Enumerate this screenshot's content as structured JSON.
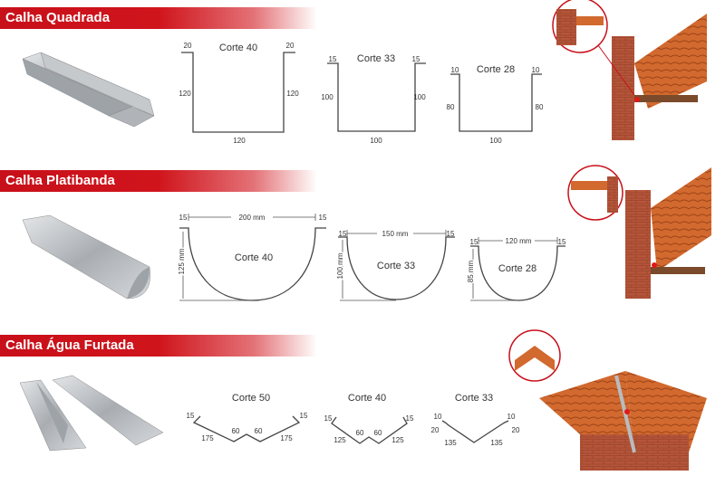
{
  "sections": [
    {
      "title": "Calha Quadrada",
      "cuts": [
        {
          "name": "Corte 40",
          "lip_left": "20",
          "lip_right": "20",
          "height_left": "120",
          "height_right": "120",
          "width": "120"
        },
        {
          "name": "Corte 33",
          "lip_left": "15",
          "lip_right": "15",
          "height_left": "100",
          "height_right": "100",
          "width": "100"
        },
        {
          "name": "Corte 28",
          "lip_left": "10",
          "lip_right": "10",
          "height_left": "80",
          "height_right": "80",
          "width": "100"
        }
      ]
    },
    {
      "title": "Calha Platibanda",
      "cuts": [
        {
          "name": "Corte 40",
          "lip_left": "15",
          "lip_right": "15",
          "width": "200 mm",
          "height": "125 mm"
        },
        {
          "name": "Corte 33",
          "lip_left": "15",
          "lip_right": "15",
          "width": "150 mm",
          "height": "100 mm"
        },
        {
          "name": "Corte 28",
          "lip_left": "15",
          "lip_right": "15",
          "width": "120 mm",
          "height": "85 mm"
        }
      ]
    },
    {
      "title": "Calha Água Furtada",
      "cuts": [
        {
          "name": "Corte 50",
          "lip_left": "15",
          "lip_right": "15",
          "side_left": "175",
          "side_right": "175",
          "center_left": "60",
          "center_right": "60"
        },
        {
          "name": "Corte 40",
          "lip_left": "15",
          "lip_right": "15",
          "side_left": "125",
          "side_right": "125",
          "center_left": "60",
          "center_right": "60"
        },
        {
          "name": "Corte 33",
          "lip_left": "10",
          "lip_right": "10",
          "bend_left": "20",
          "bend_right": "20",
          "side_left": "135",
          "side_right": "135"
        }
      ]
    }
  ],
  "colors": {
    "banner": "#c8101a",
    "brick": "#b5553a",
    "tile": "#d2692e",
    "metal": "#b8bcc0"
  }
}
